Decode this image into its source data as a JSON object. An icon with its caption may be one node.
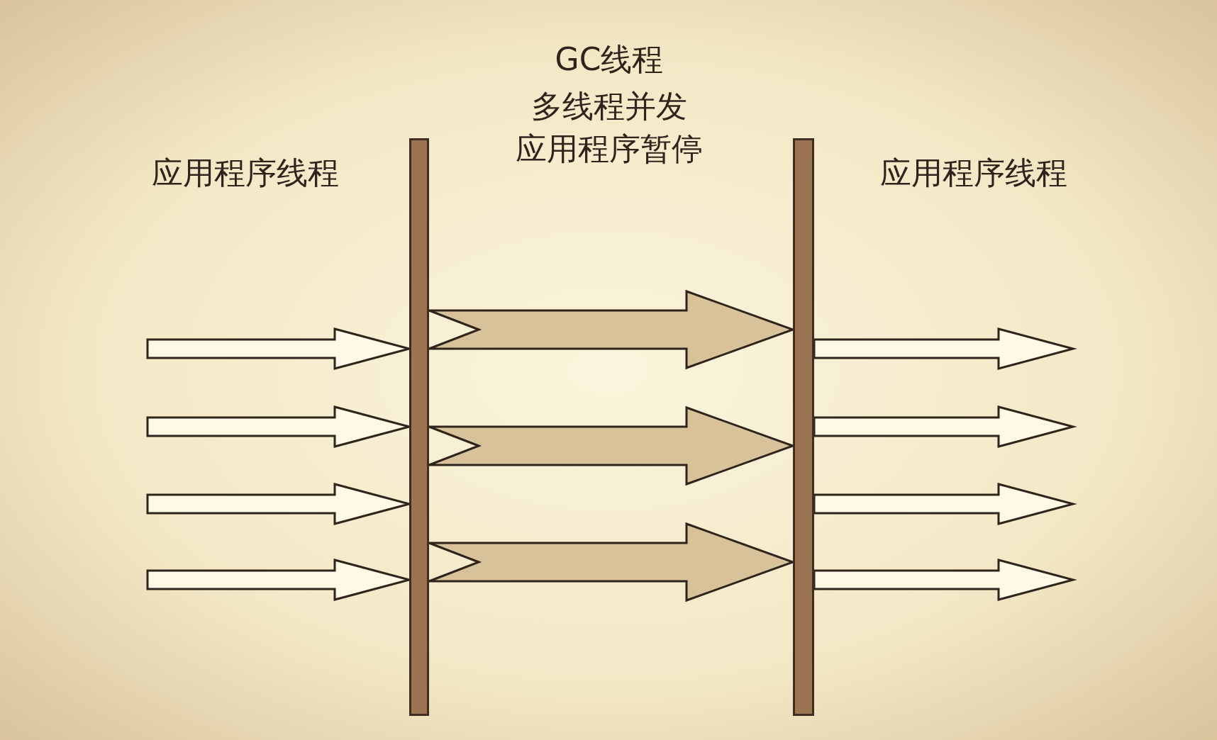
{
  "diagram": {
    "nodes": [
      {
        "text": [],
        "shape": "bar"
      },
      {
        "text": [],
        "shape": "bar"
      }
    ],
    "edges": [
      {
        "from": null,
        "to": 0,
        "arrow": "to"
      },
      {
        "from": null,
        "to": 0,
        "arrow": "to"
      },
      {
        "from": null,
        "to": 0,
        "arrow": "to"
      },
      {
        "from": null,
        "to": 0,
        "arrow": "to"
      },
      {
        "from": 0,
        "to": 1,
        "arrow": "to",
        "style": "thick",
        "color": "#d8c29a"
      },
      {
        "from": 0,
        "to": 1,
        "arrow": "to",
        "style": "thick",
        "color": "#d8c29a"
      },
      {
        "from": 0,
        "to": 1,
        "arrow": "to",
        "style": "thick",
        "color": "#d8c29a"
      },
      {
        "from": 1,
        "to": null,
        "arrow": "to"
      },
      {
        "from": 1,
        "to": null,
        "arrow": "to"
      },
      {
        "from": 1,
        "to": null,
        "arrow": "to"
      },
      {
        "from": 1,
        "to": null,
        "arrow": "to"
      }
    ],
    "labels": [
      "应用程序线程",
      "GC线程",
      "多线程并发",
      "应用程序暂停",
      "应用程序线程"
    ]
  }
}
